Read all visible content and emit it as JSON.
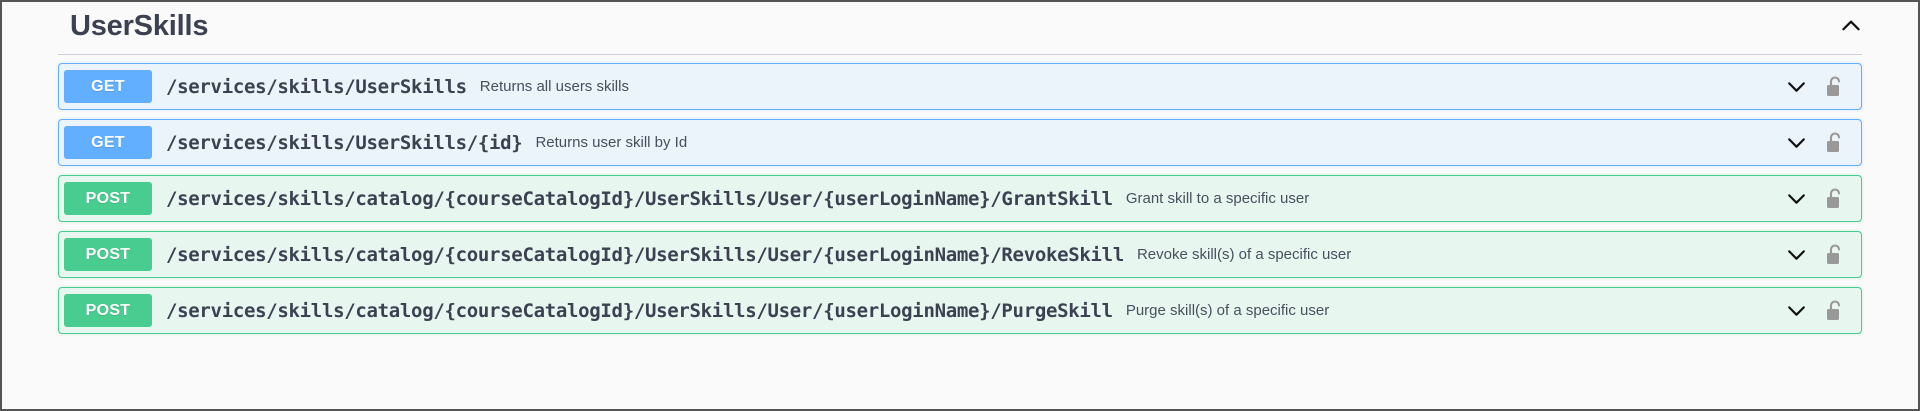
{
  "frame": {
    "border_color": "#555555",
    "background": "#fafafa"
  },
  "tag": {
    "title": "UserSkills",
    "collapse_icon": "chevron-up-icon",
    "expanded": true
  },
  "colors": {
    "get_accent": "#61affe",
    "get_background": "#ebf3fb",
    "post_accent": "#49cc90",
    "post_background": "#e8f6f0",
    "text": "#3b4151",
    "lock": "#999999",
    "divider": "#cfd3d9"
  },
  "operations": [
    {
      "method": "GET",
      "method_class": "get",
      "path": "/services/skills/UserSkills",
      "summary": "Returns all users skills",
      "expand_icon": "chevron-down-icon",
      "auth_icon": "unlocked-padlock-icon"
    },
    {
      "method": "GET",
      "method_class": "get",
      "path": "/services/skills/UserSkills/{id}",
      "summary": "Returns user skill by Id",
      "expand_icon": "chevron-down-icon",
      "auth_icon": "unlocked-padlock-icon"
    },
    {
      "method": "POST",
      "method_class": "post",
      "path": "/services/skills/catalog/{courseCatalogId}/UserSkills/User/{userLoginName}/GrantSkill",
      "summary": "Grant skill to a specific user",
      "expand_icon": "chevron-down-icon",
      "auth_icon": "unlocked-padlock-icon"
    },
    {
      "method": "POST",
      "method_class": "post",
      "path": "/services/skills/catalog/{courseCatalogId}/UserSkills/User/{userLoginName}/RevokeSkill",
      "summary": "Revoke skill(s) of a specific user",
      "expand_icon": "chevron-down-icon",
      "auth_icon": "unlocked-padlock-icon"
    },
    {
      "method": "POST",
      "method_class": "post",
      "path": "/services/skills/catalog/{courseCatalogId}/UserSkills/User/{userLoginName}/PurgeSkill",
      "summary": "Purge skill(s) of a specific user",
      "expand_icon": "chevron-down-icon",
      "auth_icon": "unlocked-padlock-icon"
    }
  ]
}
